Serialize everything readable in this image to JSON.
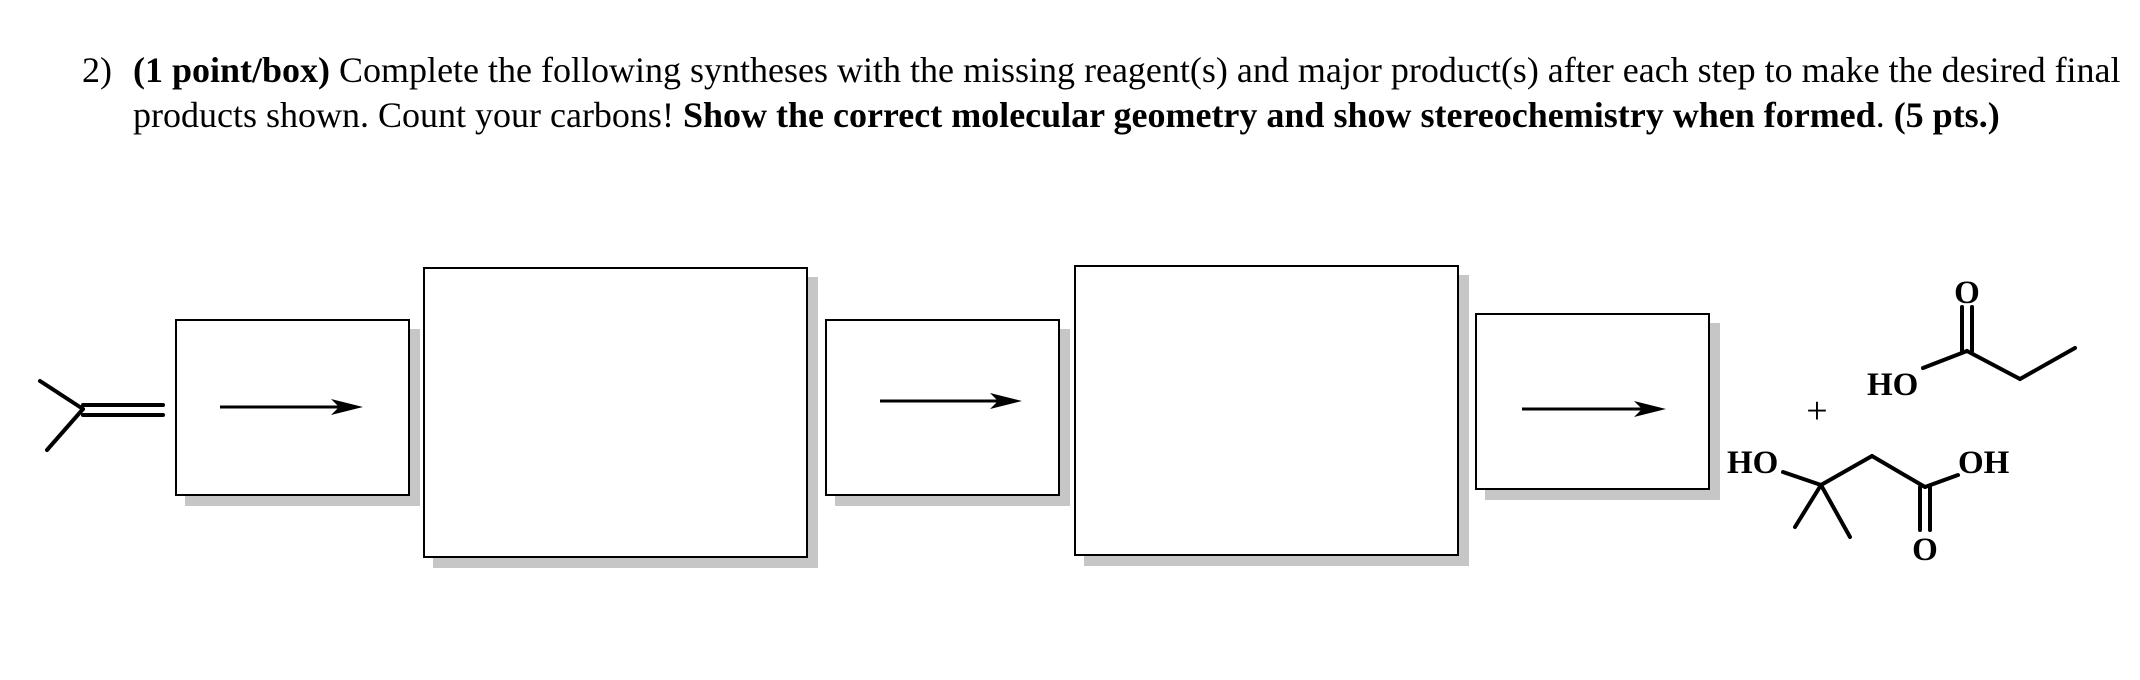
{
  "question": {
    "number": "2)",
    "points_per_box": "(1 point/box)",
    "instructions": " Complete the following syntheses with the missing reagent(s) and major product(s) after each step to make the desired final products shown.  Count your carbons!  ",
    "emphasis": "Show the correct molecular geometry and show stereochemistry when formed",
    "period": ". ",
    "total_points": "(5 pts.)"
  },
  "scheme": {
    "plus_sign": "+",
    "product_1_labels": {
      "ho": "HO",
      "o": "O"
    },
    "product_2_labels": {
      "ho": "HO",
      "oh": "OH",
      "o": "O"
    }
  }
}
